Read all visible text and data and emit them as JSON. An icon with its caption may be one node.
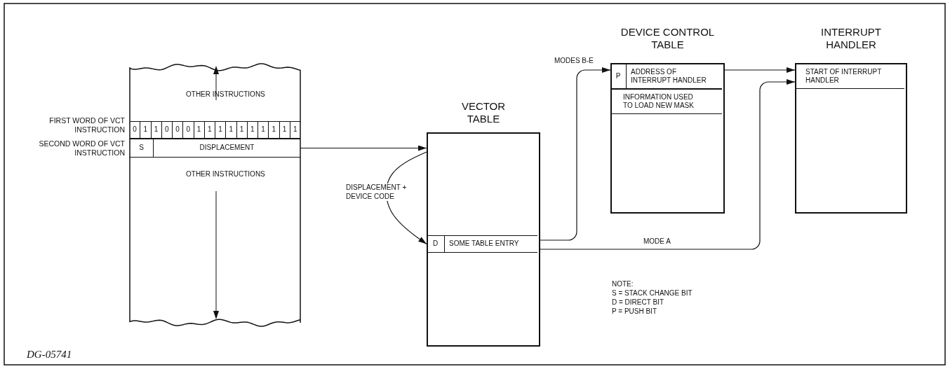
{
  "diagram": {
    "nodes": [
      {
        "text": [
          "OTHER INSTRUCTIONS",
          "OTHER INSTRUCTIONS"
        ]
      },
      {
        "text": [
          "0",
          "1",
          "1",
          "0",
          "0",
          "0",
          "1",
          "1",
          "1",
          "1",
          "1",
          "1",
          "1",
          "1",
          "1",
          "1"
        ],
        "in": 0,
        "beside": [
          "FIRST WORD OF VCT INSTRUCTION"
        ]
      },
      {
        "text": [
          "S",
          "DISPLACEMENT"
        ],
        "in": 0,
        "beside": [
          "SECOND WORD OF VCT INSTRUCTION"
        ]
      },
      {
        "text": [
          "VECTOR TABLE"
        ]
      },
      {
        "text": [
          "D",
          "SOME TABLE ENTRY"
        ],
        "in": 3
      },
      {
        "text": [
          "DEVICE CONTROL TABLE"
        ]
      },
      {
        "text": [
          "P",
          "ADDRESS OF INTERRUPT HANDLER"
        ],
        "in": 5
      },
      {
        "text": [
          "INFORMATION USED TO LOAD NEW MASK"
        ],
        "in": 5
      },
      {
        "text": [
          "INTERRUPT HANDLER"
        ]
      },
      {
        "text": [
          "START OF INTERRUPT HANDLER"
        ],
        "in": 8
      }
    ],
    "edges": [
      {
        "from": 2,
        "to": 3,
        "arrow": "to"
      },
      {
        "from": 3,
        "to": 4,
        "arrow": "to",
        "label": "DISPLACEMENT + DEVICE CODE"
      },
      {
        "from": 4,
        "to": 6,
        "arrow": "to",
        "label": "MODES B-E"
      },
      {
        "from": 6,
        "to": 9,
        "arrow": "to"
      },
      {
        "from": 4,
        "to": 9,
        "arrow": "to",
        "label": "MODE A"
      }
    ],
    "labels": [
      "NOTE:",
      "S = STACK CHANGE BIT",
      "D = DIRECT BIT",
      "P = PUSH BIT",
      "DG-05741"
    ]
  }
}
